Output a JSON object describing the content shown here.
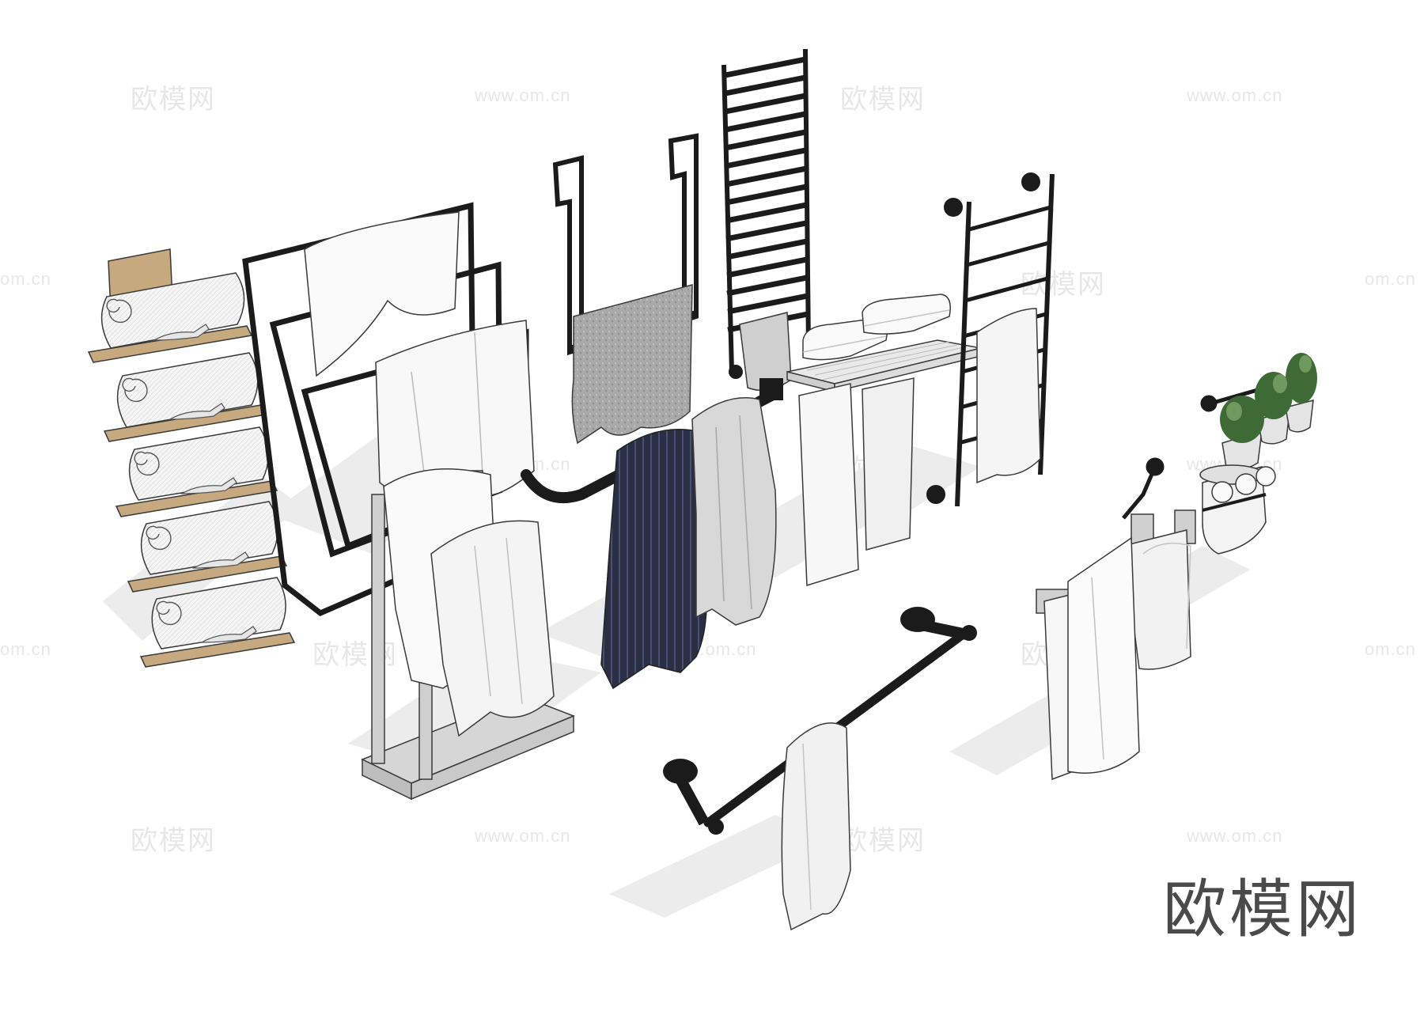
{
  "brand": {
    "logo_text": "欧模网"
  },
  "watermarks": {
    "site_cn": "欧模网",
    "site_url": "www.om.cn",
    "site_url_short": "om.cn"
  },
  "colors": {
    "background": "#ffffff",
    "metal_black": "#1b1b1b",
    "towel_white": "#f7f7f7",
    "towel_grey": "#bdbdbd",
    "towel_navy": "#2a2f45",
    "wood": "#c7a97f",
    "shadow": "#ececec",
    "plant_green": "#3e6b35",
    "logo_text": "#4a4a4a"
  }
}
